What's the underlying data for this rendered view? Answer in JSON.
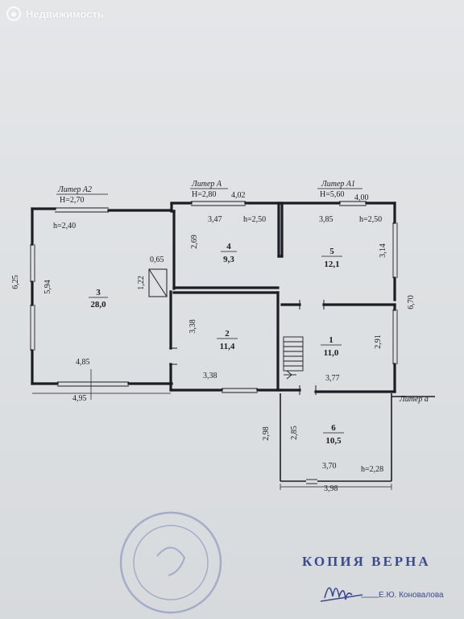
{
  "watermark": {
    "brand": "Недвижимость"
  },
  "diagram": {
    "liters": {
      "a2": {
        "name": "Литер А2",
        "height": "H=2,70"
      },
      "a": {
        "name": "Литер А",
        "height": "H=2,80"
      },
      "a1": {
        "name": "Литер А1",
        "height": "H=5,60"
      },
      "a_small": {
        "name": "Литер а"
      }
    },
    "rooms": {
      "r1": {
        "number": "1",
        "area": "11,0"
      },
      "r2": {
        "number": "2",
        "area": "11,4"
      },
      "r3": {
        "number": "3",
        "area": "28,0"
      },
      "r4": {
        "number": "4",
        "area": "9,3"
      },
      "r5": {
        "number": "5",
        "area": "12,1"
      },
      "r6": {
        "number": "6",
        "area": "10,5"
      }
    },
    "heights": {
      "h3": "h=2,40",
      "h4": "h=2,50",
      "h5": "h=2,50",
      "h6": "h=2,28"
    },
    "dims": {
      "d_4_02": "4,02",
      "d_4_00": "4,00",
      "d_3_47": "3,47",
      "d_3_85": "3,85",
      "d_2_69": "2,69",
      "d_3_14": "3,14",
      "d_0_65": "0,65",
      "d_1_22": "1,22",
      "d_6_25": "6,25",
      "d_5_94": "5,94",
      "d_6_70": "6,70",
      "d_3_38a": "3,38",
      "d_3_38b": "3,38",
      "d_2_91": "2,91",
      "d_4_85": "4,85",
      "d_4_95": "4,95",
      "d_3_77": "3,77",
      "d_2_98": "2,98",
      "d_2_85": "2,85",
      "d_3_70": "3,70",
      "d_3_98": "3,98"
    }
  },
  "certification": {
    "stamp": "КОПИЯ ВЕРНА",
    "signer": "Е.Ю. Коновалова"
  },
  "colors": {
    "ink": "#1c1c24",
    "stamp_blue": "#3a4a8e",
    "paper": "#e0e2e4"
  }
}
